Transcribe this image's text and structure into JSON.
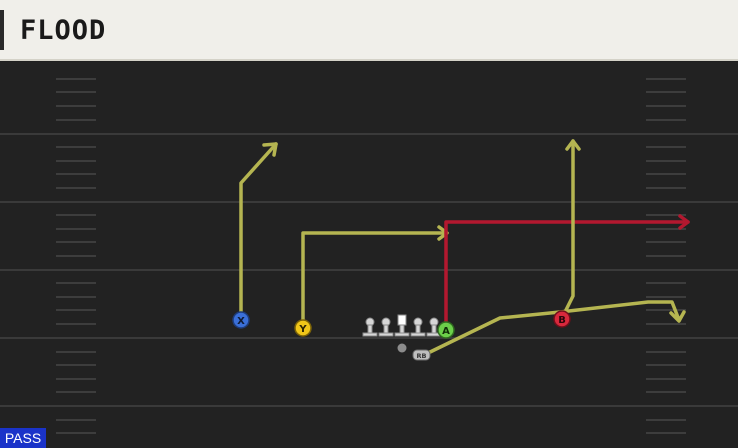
{
  "play": {
    "name": "FLOOD",
    "type_badge": "PASS"
  },
  "receivers": {
    "x": {
      "label": "X",
      "color": "#3a6fd8",
      "route_color": "#b5b551"
    },
    "y": {
      "label": "Y",
      "color": "#f0c619",
      "route_color": "#b5b551"
    },
    "a": {
      "label": "A",
      "color": "#6ccf4a",
      "route_color": "#b3182f"
    },
    "b": {
      "label": "B",
      "color": "#d8283c",
      "route_color": "#b5b551"
    },
    "rb": {
      "label": "RB",
      "route_color": "#b5b551"
    }
  }
}
